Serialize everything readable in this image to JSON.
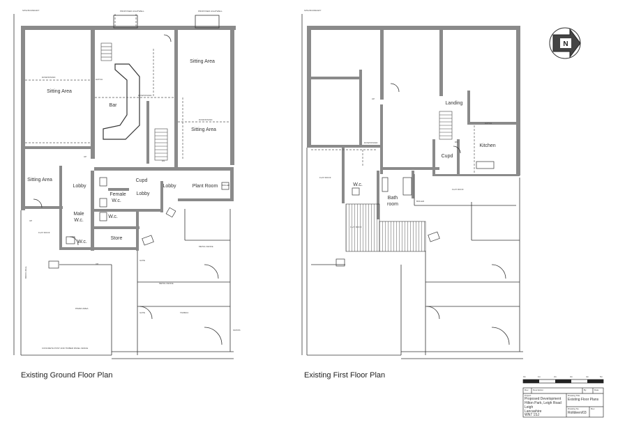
{
  "captions": {
    "ground": "Existing Ground Floor Plan",
    "first": "Existing First Floor Plan"
  },
  "ground_rooms": {
    "sitting1": "Sitting Area",
    "sitting2": "Sitting Area",
    "sitting3": "Sitting Area",
    "sitting4": "Sitting Area",
    "bar": "Bar",
    "cupd": "Cupd",
    "lobby1": "Lobby",
    "lobby2": "Lobby",
    "lobby3": "Lobby",
    "plant": "Plant Room",
    "female1": "Female",
    "female2": "W.c.",
    "male1": "Male",
    "male2": "W.c.",
    "wc1": "W.c.",
    "wc2": "W.c.",
    "store": "Store"
  },
  "first_rooms": {
    "landing": "Landing",
    "kitchen": "Kitchen",
    "cupd": "Cupd",
    "wc": "W.c.",
    "bath1": "Bath",
    "bath2": "room"
  },
  "notes": {
    "up": "UP",
    "dn": "DN",
    "flat_roof": "FLAT ROOF",
    "metal_fence": "METAL FENCE",
    "concrete_fence": "CONCRETE POST AND TIMBER PANEL FENCE",
    "gate": "GATE",
    "boiler": "BOILER",
    "hatch": "HATCH",
    "downstand": "DOWNSTAND",
    "proposed": "PROPOSED LIGHTWELL",
    "site_boundary": "SITE BOUNDARY",
    "brick_wall": "BRICK WALL",
    "grass": "GRASS",
    "paved": "PAVED AREA",
    "tarmac": "TARMAC"
  },
  "north_label": "N",
  "scale_labels": [
    "0m",
    "1m",
    "2m",
    "3m",
    "4m",
    "5m"
  ],
  "title_block": {
    "project_hdr": "Project",
    "project_l1": "Proposed Development",
    "project_l2": "Hilton Park, Leigh Road",
    "project_l3": "Leigh",
    "project_l4": "Lancashire",
    "project_l5": "WN7 1SJ",
    "title_hdr": "Drawing Title",
    "title": "Existing Floor Plans",
    "number_hdr": "Drawing No.",
    "number": "Rolldeen/03",
    "rev_hdr": "Rev.",
    "date_hdr": "Date",
    "desc_hdr": "Description",
    "by_hdr": "By",
    "dt_hdr": "Date"
  },
  "colors": {
    "wall": "#7a7a7a",
    "line": "#333333"
  }
}
